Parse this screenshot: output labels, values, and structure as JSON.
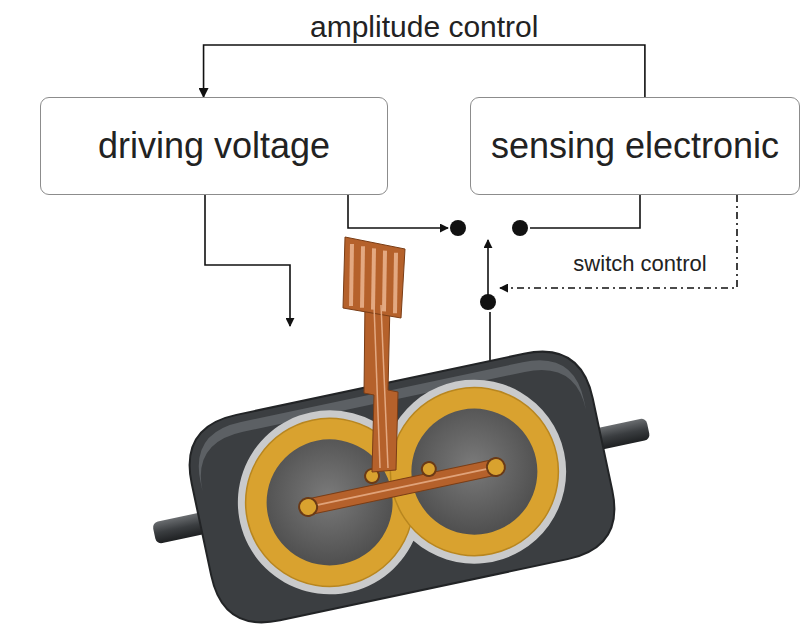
{
  "diagram": {
    "nodes": [
      {
        "text": [
          "driving voltage"
        ]
      },
      {
        "text": [
          "sensing electronic"
        ]
      }
    ],
    "edges": [
      {
        "from": 1,
        "to": 0,
        "arrow": "to",
        "label": "amplitude control"
      }
    ],
    "labels": [
      "switch control"
    ]
  }
}
